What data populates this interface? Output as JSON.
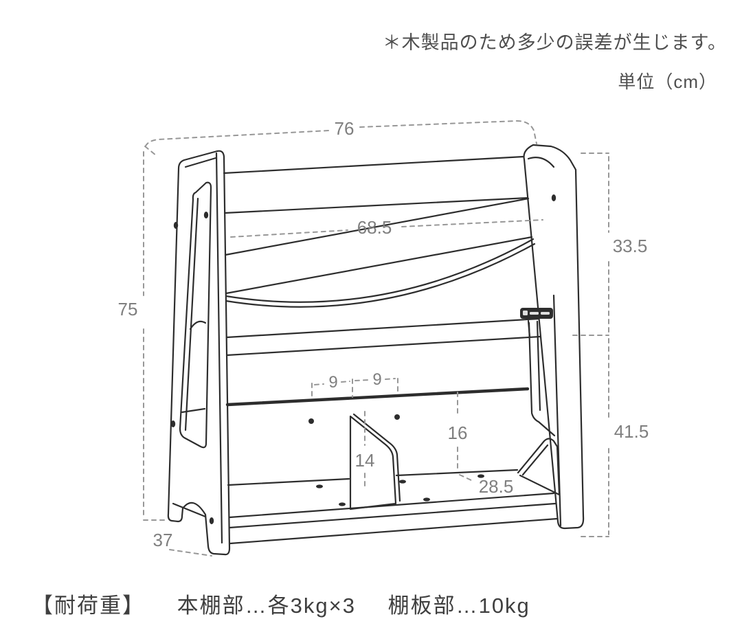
{
  "notes": {
    "disclaimer": "＊木製品のため多少の誤差が生じます。",
    "unit": "単位（cm）"
  },
  "load_capacity": {
    "label": "【耐荷重】",
    "bookshelf_part": "本棚部…各3kg×3",
    "shelf_board_part": "棚板部…10kg"
  },
  "dimensions": {
    "total_width": "76",
    "inner_width": "68.5",
    "total_height": "75",
    "upper_section_height": "33.5",
    "lower_section_height": "41.5",
    "pitch_left": "9",
    "pitch_right": "9",
    "back_panel_height": "16",
    "divider_height": "14",
    "shelf_depth": "28.5",
    "base_depth": "37"
  },
  "colors": {
    "line": "#2d2d2d",
    "dimension": "#979797",
    "dimension_text": "#7f7f7f",
    "note_text": "#4f4f4f",
    "brand_plate": "#2e2e2e"
  }
}
